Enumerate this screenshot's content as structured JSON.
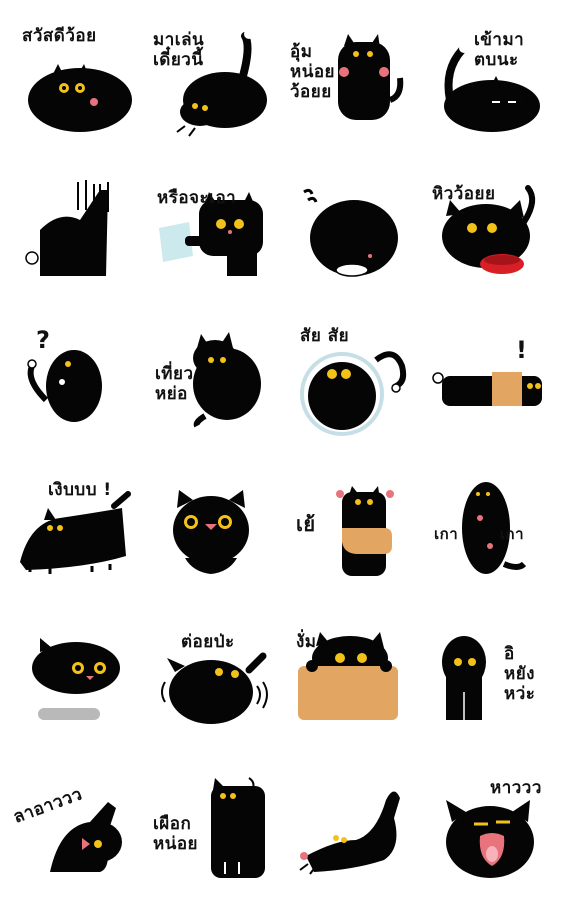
{
  "colors": {
    "cat": "#050505",
    "eye": "#f3c21a",
    "accent": "#e8737d",
    "box": "#e3a562",
    "bowl": "#d81f26",
    "shadow": "#b9b9b9",
    "glass": "#bfe3ea"
  },
  "stickers": [
    {
      "caption": "สวัสดีว้อย"
    },
    {
      "caption": "มาเล่น\nเดี๋ยวนี้"
    },
    {
      "caption": "อุ้ม\nหน่อย\nว้อยย"
    },
    {
      "caption": "เข้ามา\nตบนะ"
    },
    {
      "caption": ""
    },
    {
      "caption": "หรือจะเอา"
    },
    {
      "caption": ""
    },
    {
      "caption": "หิวว้อยย"
    },
    {
      "caption": "?"
    },
    {
      "caption": "เที่ยว\nหย่อ"
    },
    {
      "caption": "สัย สัย"
    },
    {
      "caption": "!"
    },
    {
      "caption": "เงิบบบ !"
    },
    {
      "caption": ""
    },
    {
      "caption": "เย้"
    },
    {
      "caption": "เกา เกา"
    },
    {
      "caption": ""
    },
    {
      "caption": "ต่อยป่ะ"
    },
    {
      "caption": "งั่ม"
    },
    {
      "caption": "อิ\nหยัง\nหว่ะ"
    },
    {
      "caption": "ลาอาววว"
    },
    {
      "caption": "เผือก\nหน่อย"
    },
    {
      "caption": ""
    },
    {
      "caption": "หาววว"
    }
  ]
}
